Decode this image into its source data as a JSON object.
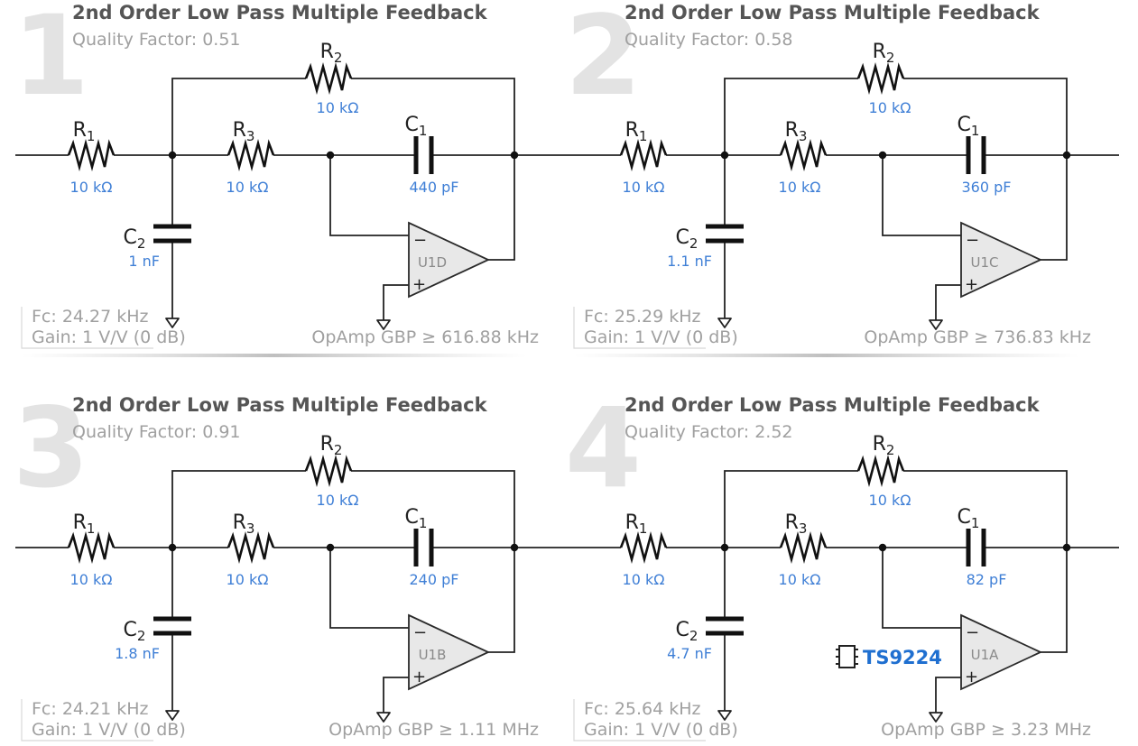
{
  "colors": {
    "component_value": "#3f7fd6",
    "chip_label": "#1f6fd0",
    "stage_number": "#e3e3e3",
    "title": "#555555",
    "secondary_text": "#a0a0a0"
  },
  "stages": [
    {
      "number": "1",
      "title": "2nd Order Low Pass Multiple Feedback",
      "quality": "Quality Factor: 0.51",
      "r1": {
        "name": "R",
        "sub": "1",
        "value": "10 kΩ"
      },
      "r2": {
        "name": "R",
        "sub": "2",
        "value": "10 kΩ"
      },
      "r3": {
        "name": "R",
        "sub": "3",
        "value": "10 kΩ"
      },
      "c1": {
        "name": "C",
        "sub": "1",
        "value": "440 pF"
      },
      "c2": {
        "name": "C",
        "sub": "2",
        "value": "1 nF"
      },
      "opamp": {
        "label": "U1D",
        "minus": "−",
        "plus": "+"
      },
      "fc": "Fc: 24.27 kHz",
      "gain": "Gain: 1 V/V (0 dB)",
      "gbp": "OpAmp GBP ≥ 616.88 kHz"
    },
    {
      "number": "2",
      "title": "2nd Order Low Pass Multiple Feedback",
      "quality": "Quality Factor: 0.58",
      "r1": {
        "name": "R",
        "sub": "1",
        "value": "10 kΩ"
      },
      "r2": {
        "name": "R",
        "sub": "2",
        "value": "10 kΩ"
      },
      "r3": {
        "name": "R",
        "sub": "3",
        "value": "10 kΩ"
      },
      "c1": {
        "name": "C",
        "sub": "1",
        "value": "360 pF"
      },
      "c2": {
        "name": "C",
        "sub": "2",
        "value": "1.1 nF"
      },
      "opamp": {
        "label": "U1C",
        "minus": "−",
        "plus": "+"
      },
      "fc": "Fc: 25.29 kHz",
      "gain": "Gain: 1 V/V (0 dB)",
      "gbp": "OpAmp GBP ≥ 736.83 kHz"
    },
    {
      "number": "3",
      "title": "2nd Order Low Pass Multiple Feedback",
      "quality": "Quality Factor: 0.91",
      "r1": {
        "name": "R",
        "sub": "1",
        "value": "10 kΩ"
      },
      "r2": {
        "name": "R",
        "sub": "2",
        "value": "10 kΩ"
      },
      "r3": {
        "name": "R",
        "sub": "3",
        "value": "10 kΩ"
      },
      "c1": {
        "name": "C",
        "sub": "1",
        "value": "240 pF"
      },
      "c2": {
        "name": "C",
        "sub": "2",
        "value": "1.8 nF"
      },
      "opamp": {
        "label": "U1B",
        "minus": "−",
        "plus": "+"
      },
      "fc": "Fc: 24.21 kHz",
      "gain": "Gain: 1 V/V (0 dB)",
      "gbp": "OpAmp GBP ≥ 1.11 MHz"
    },
    {
      "number": "4",
      "title": "2nd Order Low Pass Multiple Feedback",
      "quality": "Quality Factor: 2.52",
      "r1": {
        "name": "R",
        "sub": "1",
        "value": "10 kΩ"
      },
      "r2": {
        "name": "R",
        "sub": "2",
        "value": "10 kΩ"
      },
      "r3": {
        "name": "R",
        "sub": "3",
        "value": "10 kΩ"
      },
      "c1": {
        "name": "C",
        "sub": "1",
        "value": "82 pF"
      },
      "c2": {
        "name": "C",
        "sub": "2",
        "value": "4.7 nF"
      },
      "opamp": {
        "label": "U1A",
        "minus": "−",
        "plus": "+"
      },
      "fc": "Fc: 25.64 kHz",
      "gain": "Gain: 1 V/V (0 dB)",
      "gbp": "OpAmp GBP ≥ 3.23 MHz",
      "chip": {
        "label": "TS9224",
        "icon": "ic-chip-icon"
      }
    }
  ]
}
